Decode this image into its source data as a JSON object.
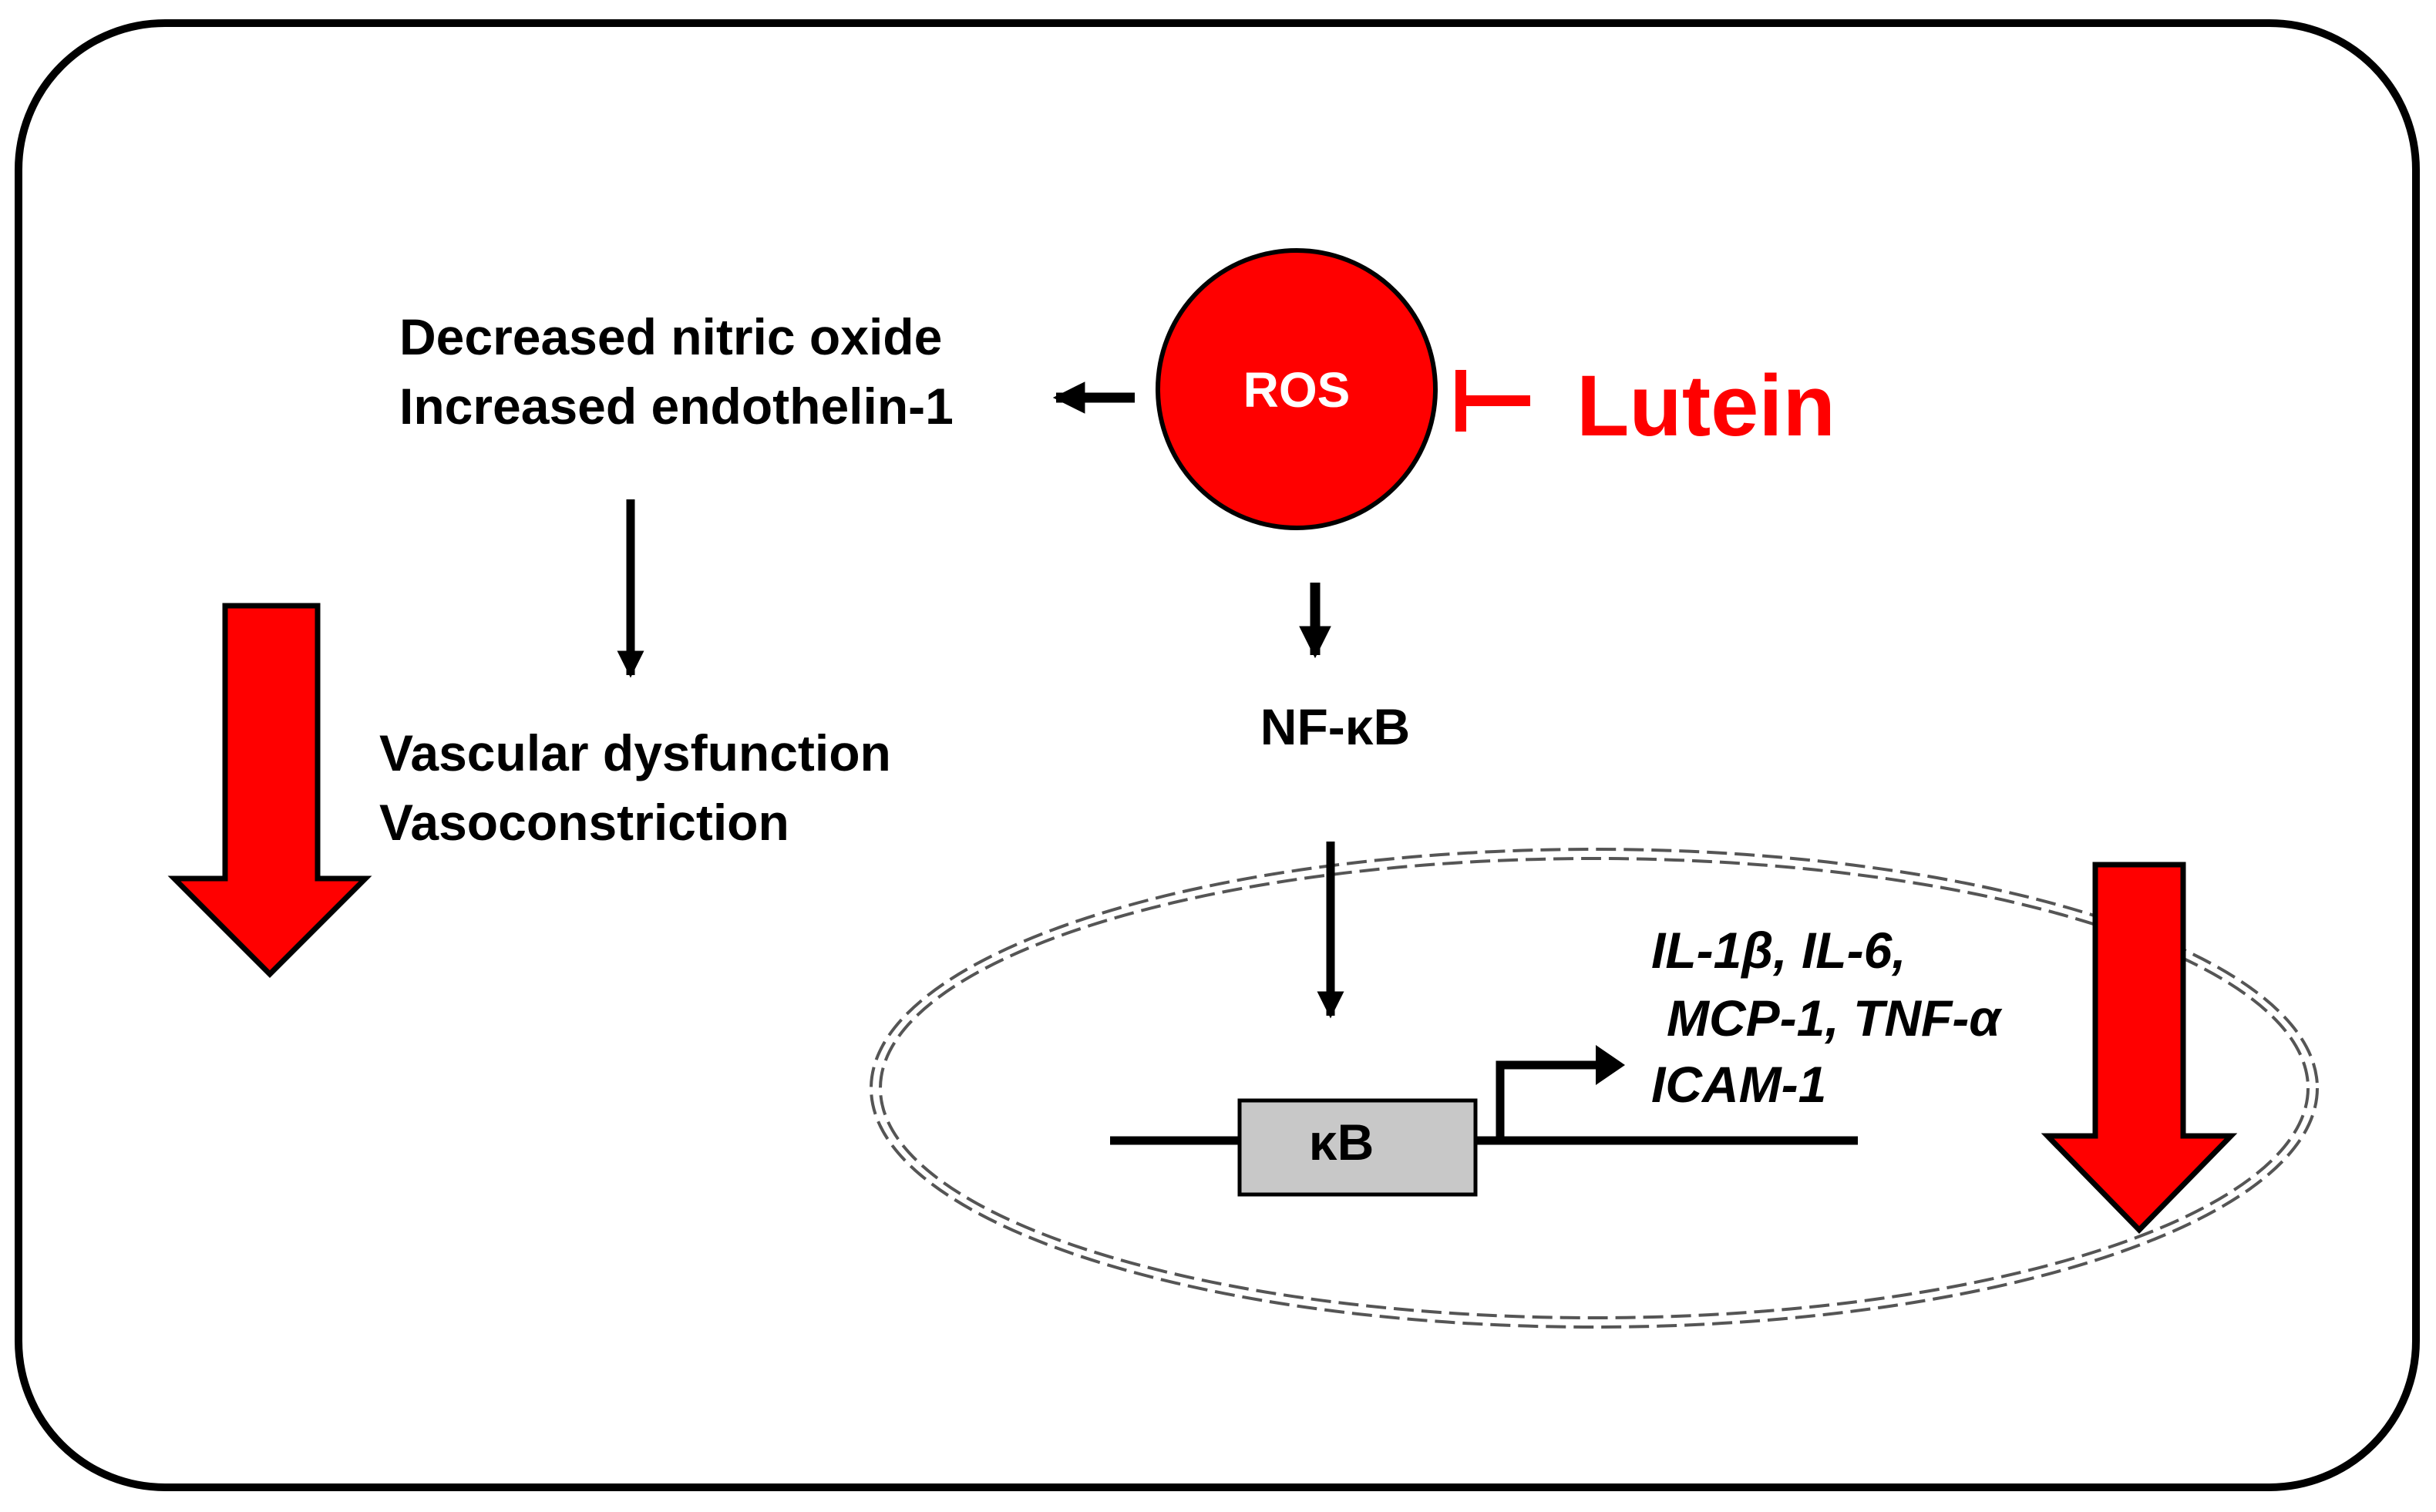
{
  "colors": {
    "accent_red": "#ff0000",
    "ink": "#000000",
    "kb_box_fill": "#c8c8c8",
    "background": "#ffffff"
  },
  "nodes": {
    "ros": "ROS",
    "inhibitor": "Lutein",
    "upstream_effects": [
      "Decreased nitric oxide",
      "Increased endothelin-1"
    ],
    "vascular_outcomes": [
      "Vascular dysfunction",
      "Vasoconstriction"
    ],
    "transcription_factor": "NF-κB",
    "promoter_element": "κB",
    "target_genes": [
      "IL-1β, IL-6,",
      "MCP-1, TNF-α",
      "ICAM-1"
    ]
  },
  "edges": [
    {
      "from": "ROS",
      "to": "Decreased nitric oxide / Increased endothelin-1",
      "type": "activation"
    },
    {
      "from": "Decreased nitric oxide / Increased endothelin-1",
      "to": "Vascular dysfunction / Vasoconstriction",
      "type": "activation"
    },
    {
      "from": "ROS",
      "to": "NF-κB",
      "type": "activation"
    },
    {
      "from": "NF-κB",
      "to": "κB",
      "type": "activation"
    },
    {
      "from": "κB",
      "to": "IL-1β, IL-6, MCP-1, TNF-α, ICAM-1",
      "type": "transcription"
    },
    {
      "from": "Lutein",
      "to": "ROS",
      "type": "inhibition"
    }
  ],
  "icons": {
    "decrease_indicator": "big-red-down-arrow-icon",
    "inhibition": "t-bar-inhibition-icon",
    "transcription_start": "bent-arrow-icon"
  }
}
